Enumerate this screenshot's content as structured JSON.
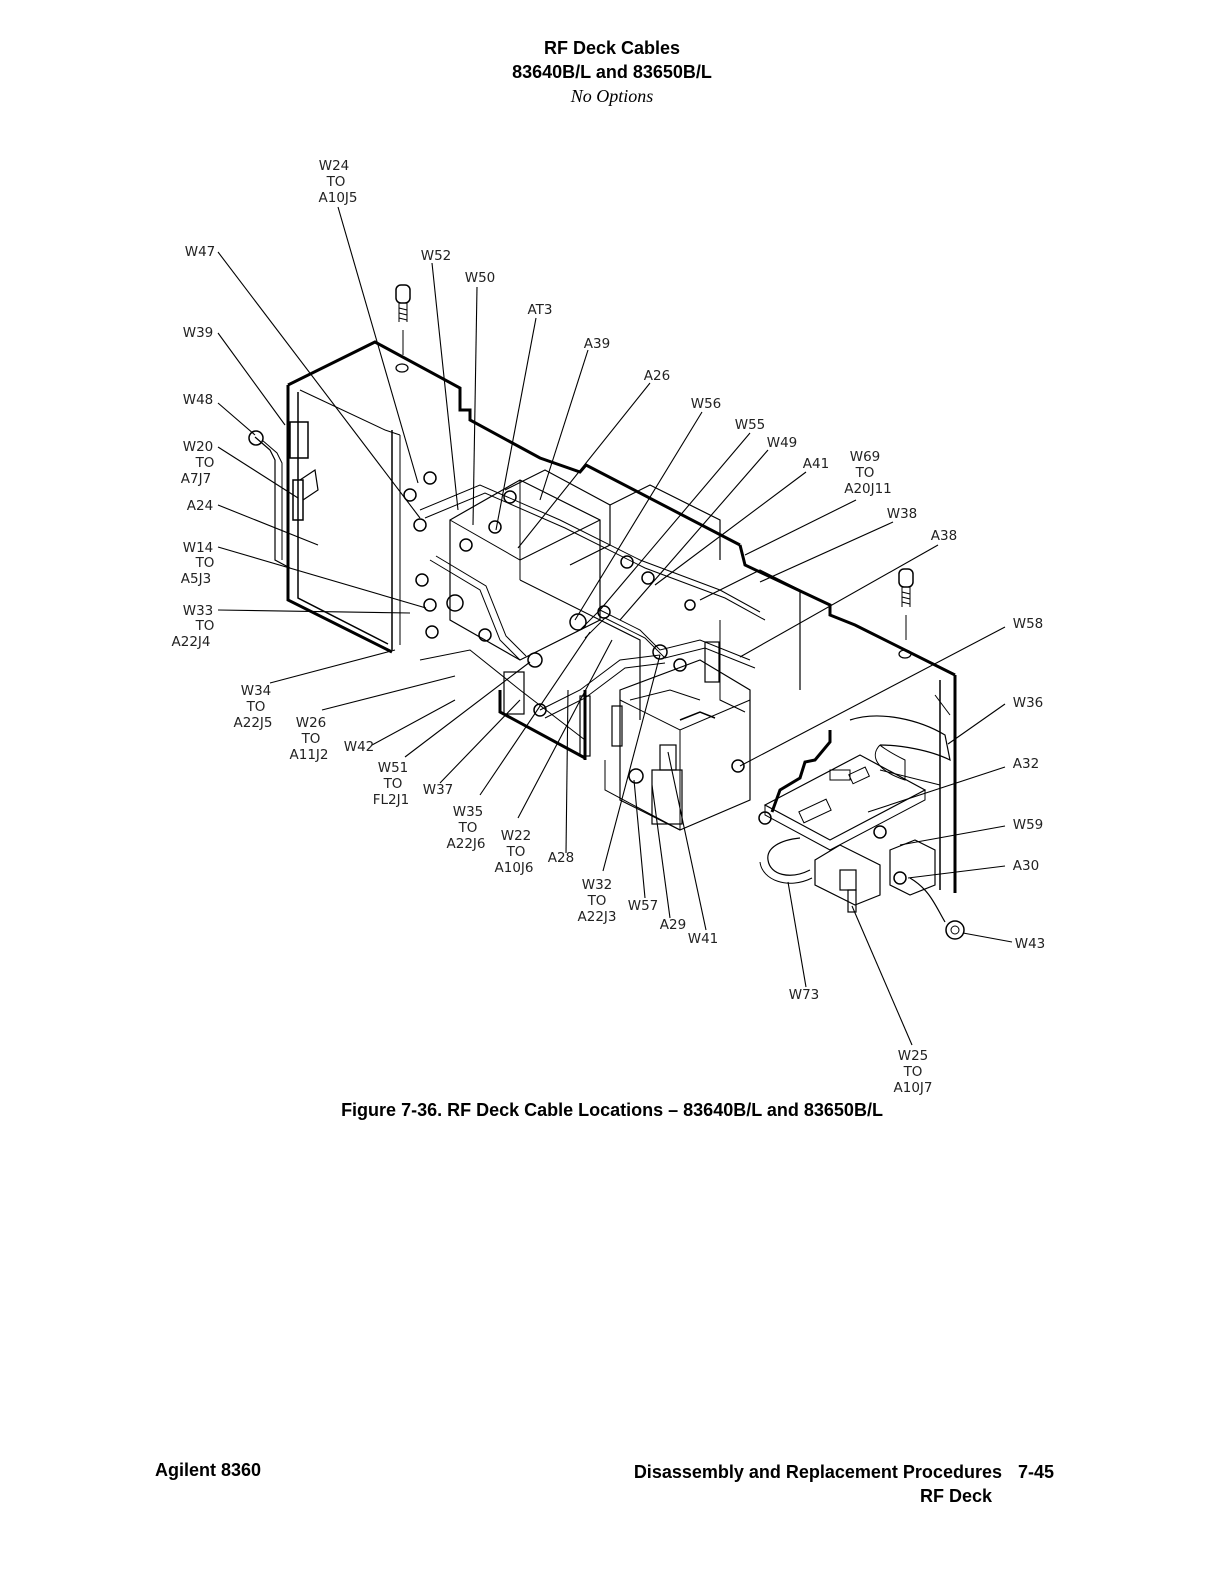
{
  "header": {
    "title": "RF Deck Cables",
    "models": "83640B/L and 83650B/L",
    "options": "No Options"
  },
  "labels": {
    "w24": "W24",
    "w24_to": "TO",
    "w24_dest": "A10J5",
    "w47": "W47",
    "w52": "W52",
    "w50": "W50",
    "at3": "AT3",
    "a39": "A39",
    "w39": "W39",
    "a26": "A26",
    "w48": "W48",
    "w56": "W56",
    "w20": "W20",
    "w20_to": "TO",
    "w20_dest": "A7J7",
    "w55": "W55",
    "w49": "W49",
    "a41": "A41",
    "w69": "W69",
    "w69_to": "TO",
    "w69_dest": "A20J11",
    "a24": "A24",
    "w38": "W38",
    "w14": "W14",
    "w14_to": "TO",
    "w14_dest": "A5J3",
    "a38": "A38",
    "w33": "W33",
    "w33_to": "TO",
    "w33_dest": "A22J4",
    "w58": "W58",
    "w34": "W34",
    "w34_to": "TO",
    "w34_dest": "A22J5",
    "w26": "W26",
    "w26_to": "TO",
    "w26_dest": "A11J2",
    "w42": "W42",
    "w36": "W36",
    "w51": "W51",
    "w51_to": "TO",
    "w51_dest": "FL2J1",
    "w37": "W37",
    "a32": "A32",
    "w35": "W35",
    "w35_to": "TO",
    "w35_dest": "A22J6",
    "w22": "W22",
    "w22_to": "TO",
    "w22_dest": "A10J6",
    "a28": "A28",
    "w59": "W59",
    "a30": "A30",
    "w32": "W32",
    "w32_to": "TO",
    "w32_dest": "A22J3",
    "w57": "W57",
    "a29": "A29",
    "w41": "W41",
    "w43": "W43",
    "w73": "W73",
    "w25": "W25",
    "w25_to": "TO",
    "w25_dest": "A10J7"
  },
  "caption": "Figure 7-36. RF Deck Cable Locations – 83640B/L and 83650B/L",
  "footer": {
    "left": "Agilent 8360",
    "section": "Disassembly and Replacement Procedures",
    "page": "7-45",
    "subsection": "RF Deck"
  }
}
